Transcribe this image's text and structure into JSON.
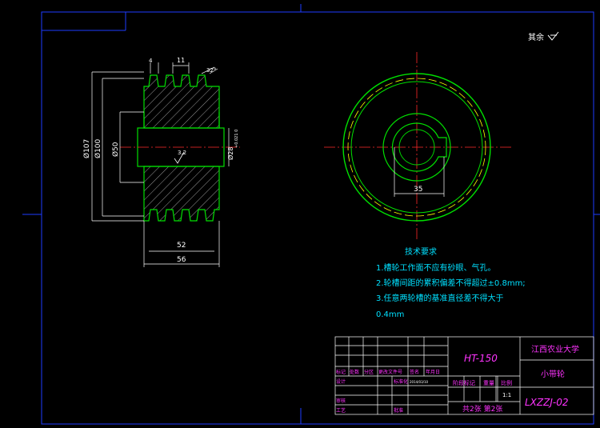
{
  "drawing": {
    "surface_finish": "其余",
    "front_view": {
      "dim_top_small": "4",
      "dim_top_width": "11",
      "dim_top_angle": "32°",
      "dim_dia_outer": "Ø107",
      "dim_dia_mid": "Ø100",
      "dim_dia_bore": "Ø50",
      "dim_dia_hub": "Ø28",
      "dim_dia_hub_tol": "+0.021 0",
      "dim_roughness": "3.2",
      "dim_width_52": "52",
      "dim_width_56": "56"
    },
    "side_view": {
      "dim_35": "35"
    },
    "tech_requirements": {
      "title": "技术要求",
      "lines": [
        "1.槽轮工作面不应有砂眼、气孔。",
        "2.轮槽间距的累积偏差不得超过±0.8mm;",
        "3.任意两轮槽的基准直径差不得大于",
        "0.4mm"
      ]
    },
    "title_block": {
      "material": "HT-150",
      "school": "江西农业大学",
      "part_name": "小带轮",
      "code": "LXZZJ-02",
      "sheet_info": "共2张 第2张",
      "scale": "1:1",
      "row_labels": [
        "标记",
        "处数",
        "分区",
        "更改文件号",
        "签名",
        "年月日"
      ],
      "designer_label": "设计",
      "standard_label": "标准化",
      "stage_label": "阶段标记",
      "weight_label": "重量",
      "ratio_label": "比例",
      "review_label": "审核",
      "craft_label": "工艺",
      "approve_label": "批准",
      "date": "2014/03/10"
    }
  },
  "colors": {
    "white": "#ffffff",
    "blue": "#1e3cff",
    "green": "#00e000",
    "cyan": "#00e0ff",
    "magenta": "#ff33ff",
    "red": "#ff2a2a",
    "yellow": "#ffff00"
  }
}
